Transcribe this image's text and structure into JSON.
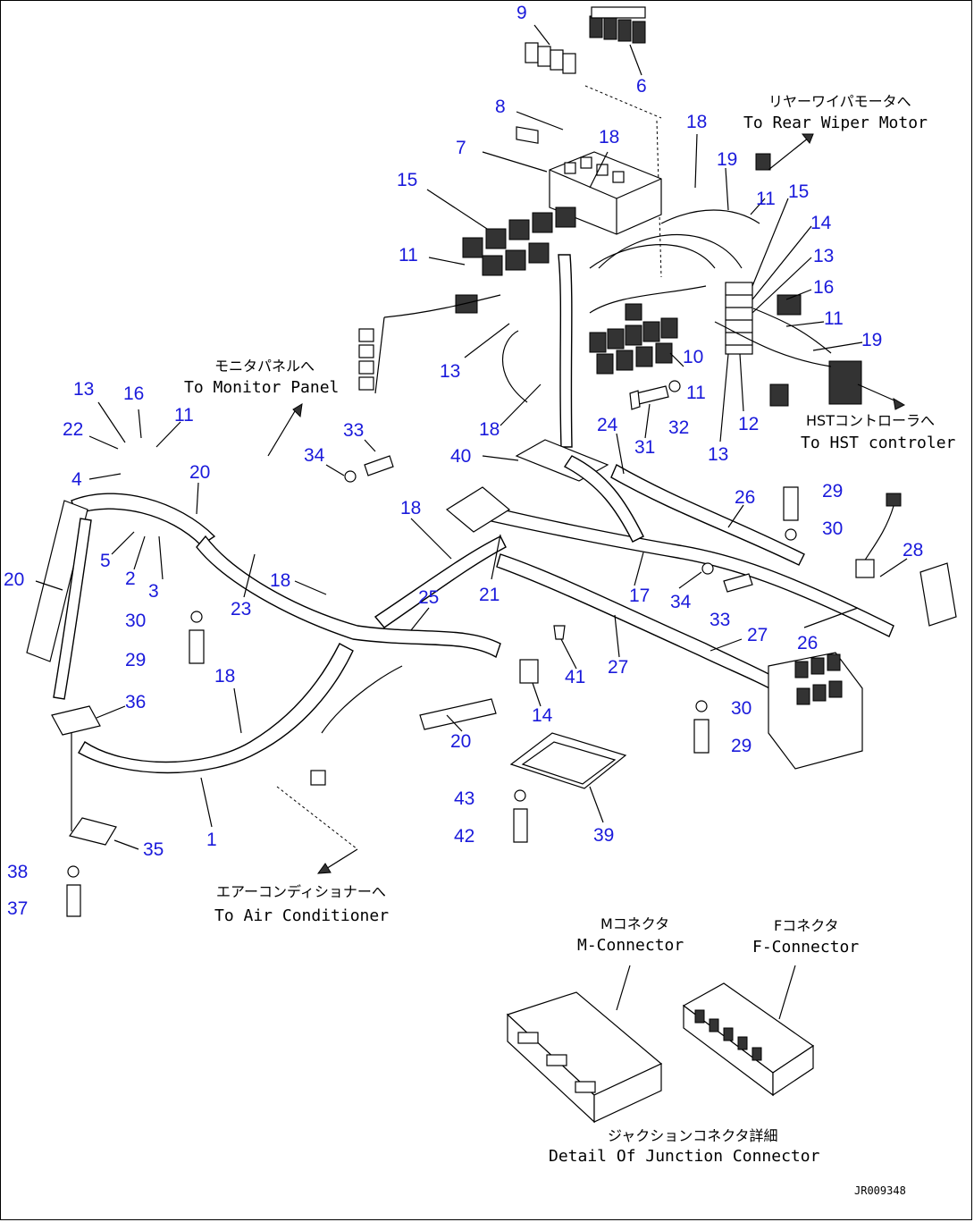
{
  "callouts": [
    {
      "n": "9"
    },
    {
      "n": "6"
    },
    {
      "n": "8"
    },
    {
      "n": "7"
    },
    {
      "n": "18"
    },
    {
      "n": "15"
    },
    {
      "n": "11"
    },
    {
      "n": "18"
    },
    {
      "n": "19"
    },
    {
      "n": "11"
    },
    {
      "n": "15"
    },
    {
      "n": "14"
    },
    {
      "n": "13"
    },
    {
      "n": "16"
    },
    {
      "n": "11"
    },
    {
      "n": "19"
    },
    {
      "n": "13"
    },
    {
      "n": "10"
    },
    {
      "n": "11"
    },
    {
      "n": "32"
    },
    {
      "n": "12"
    },
    {
      "n": "13"
    },
    {
      "n": "31"
    },
    {
      "n": "24"
    },
    {
      "n": "18"
    },
    {
      "n": "40"
    },
    {
      "n": "13"
    },
    {
      "n": "16"
    },
    {
      "n": "11"
    },
    {
      "n": "22"
    },
    {
      "n": "4"
    },
    {
      "n": "20"
    },
    {
      "n": "5"
    },
    {
      "n": "2"
    },
    {
      "n": "3"
    },
    {
      "n": "20"
    },
    {
      "n": "30"
    },
    {
      "n": "29"
    },
    {
      "n": "23"
    },
    {
      "n": "34"
    },
    {
      "n": "33"
    },
    {
      "n": "18"
    },
    {
      "n": "18"
    },
    {
      "n": "21"
    },
    {
      "n": "25"
    },
    {
      "n": "17"
    },
    {
      "n": "26"
    },
    {
      "n": "29"
    },
    {
      "n": "30"
    },
    {
      "n": "28"
    },
    {
      "n": "34"
    },
    {
      "n": "33"
    },
    {
      "n": "41"
    },
    {
      "n": "27"
    },
    {
      "n": "27"
    },
    {
      "n": "26"
    },
    {
      "n": "30"
    },
    {
      "n": "29"
    },
    {
      "n": "14"
    },
    {
      "n": "20"
    },
    {
      "n": "18"
    },
    {
      "n": "36"
    },
    {
      "n": "1"
    },
    {
      "n": "35"
    },
    {
      "n": "38"
    },
    {
      "n": "37"
    },
    {
      "n": "43"
    },
    {
      "n": "42"
    },
    {
      "n": "39"
    }
  ],
  "notes": {
    "rear_wiper_jp": "リヤーワイパモータへ",
    "rear_wiper_en": "To Rear Wiper Motor",
    "monitor_jp": "モニタパネルへ",
    "monitor_en": "To Monitor Panel",
    "hst_jp": "HSTコントローラへ",
    "hst_en": "To HST controler",
    "aircon_jp": "エアーコンディショナーへ",
    "aircon_en": "To Air Conditioner",
    "mconn_jp": "Mコネクタ",
    "mconn_en": "M-Connector",
    "fconn_jp": "Fコネクタ",
    "fconn_en": "F-Connector",
    "detail_jp": "ジャクションコネクタ詳細",
    "detail_en": "Detail Of Junction Connector",
    "drawing_code": "JR009348"
  }
}
